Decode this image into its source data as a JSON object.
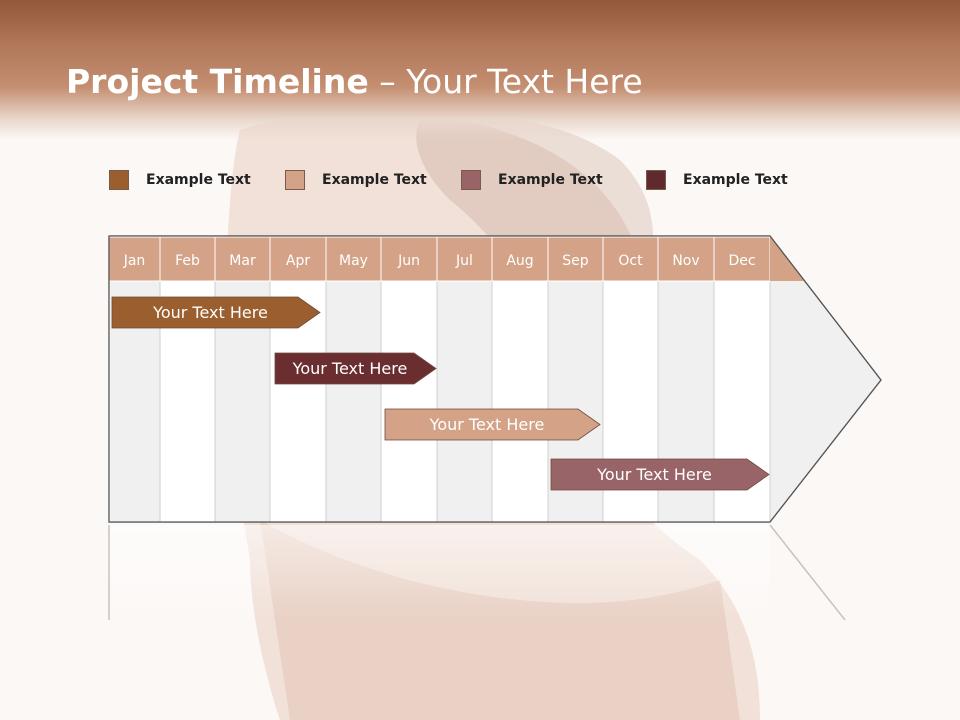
{
  "title": {
    "bold": "Project Timeline",
    "rest": " – Your Text Here"
  },
  "legend": [
    {
      "label": "Example Text",
      "color": "#9b5f2f"
    },
    {
      "label": "Example Text",
      "color": "#d4a286"
    },
    {
      "label": "Example Text",
      "color": "#996468"
    },
    {
      "label": "Example Text",
      "color": "#5e2a2d"
    }
  ],
  "months": [
    "Jan",
    "Feb",
    "Mar",
    "Apr",
    "May",
    "Jun",
    "Jul",
    "Aug",
    "Sep",
    "Oct",
    "Nov",
    "Dec"
  ],
  "bars": [
    {
      "label": "Your  Text Here",
      "color": "#9b5f2f"
    },
    {
      "label": "Your  Text Here",
      "color": "#6b2e30"
    },
    {
      "label": "Your  Text Here",
      "color": "#d4a286"
    },
    {
      "label": "Your  Text Here",
      "color": "#996468"
    }
  ]
}
